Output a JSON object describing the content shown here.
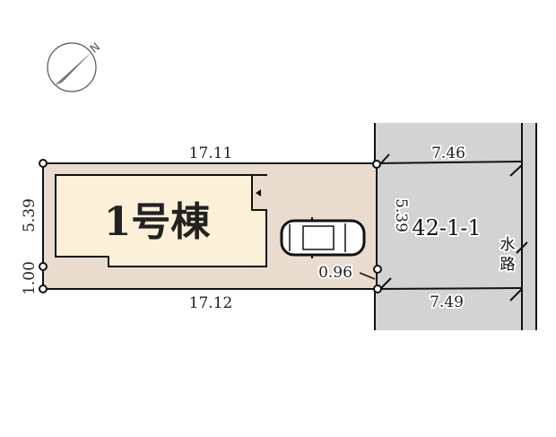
{
  "compass": {
    "label": "N"
  },
  "lot": {
    "building_label": "1号棟",
    "top_length": "17.11",
    "bottom_length": "17.12",
    "left_depth": "5.39",
    "left_offset": "1.00",
    "right_depth": "5.39",
    "right_offset": "0.96"
  },
  "road": {
    "parcel_label": "42-1-1",
    "top_width": "7.46",
    "bottom_width": "7.49",
    "waterway_label_1": "水",
    "waterway_label_2": "路"
  },
  "colors": {
    "lot_fill": "#e9dccf",
    "building_fill": "#fcf0d8",
    "road_fill": "#d3d3d3",
    "line": "#111111"
  }
}
